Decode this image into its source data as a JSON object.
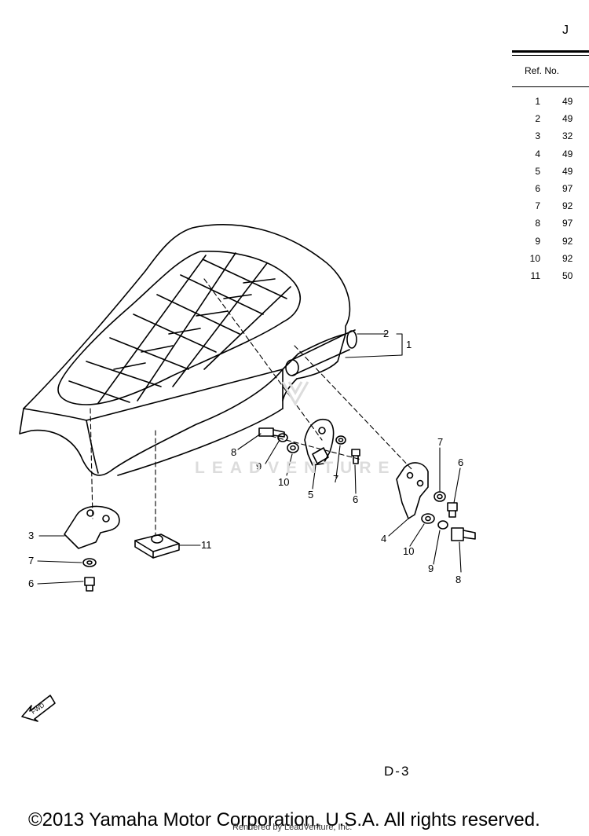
{
  "header_mark": "J",
  "ref_table": {
    "header": "Ref. No.",
    "rows": [
      {
        "ref": "1",
        "part": "49"
      },
      {
        "ref": "2",
        "part": "49"
      },
      {
        "ref": "3",
        "part": "32"
      },
      {
        "ref": "4",
        "part": "49"
      },
      {
        "ref": "5",
        "part": "49"
      },
      {
        "ref": "6",
        "part": "97"
      },
      {
        "ref": "7",
        "part": "92"
      },
      {
        "ref": "8",
        "part": "97"
      },
      {
        "ref": "9",
        "part": "92"
      },
      {
        "ref": "10",
        "part": "92"
      },
      {
        "ref": "11",
        "part": "50"
      }
    ]
  },
  "callouts": {
    "c1": "1",
    "c2": "2",
    "c3": "3",
    "c4": "4",
    "c5": "5",
    "c6a": "6",
    "c6b": "6",
    "c6c": "6",
    "c7a": "7",
    "c7b": "7",
    "c7c": "7",
    "c8a": "8",
    "c8b": "8",
    "c9a": "9",
    "c9b": "9",
    "c10a": "10",
    "c10b": "10",
    "c11": "11"
  },
  "fwd_label": "FWD",
  "watermark": "LEADVENTURE",
  "page_number": "D-3",
  "copyright": "©2013 Yamaha Motor Corporation, U.S.A. All rights reserved.",
  "rendered_by": "Rendered by LeadVenture, Inc."
}
